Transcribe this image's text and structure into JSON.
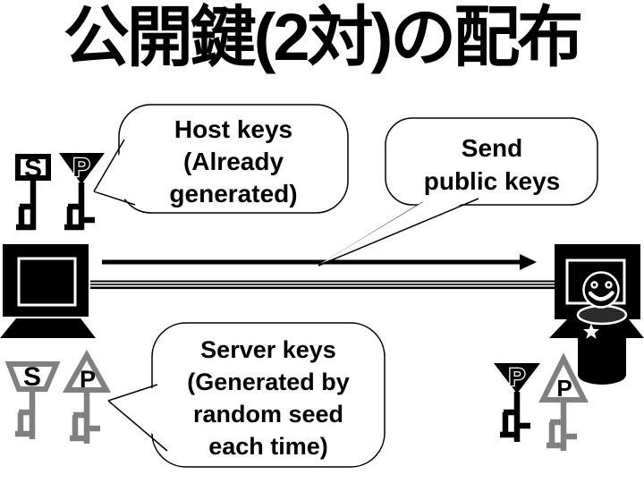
{
  "slide": {
    "title": "公開鍵(2対)の配布"
  },
  "bubbles": {
    "host_keys": {
      "text": "Host keys\n(Already\ngenerated)"
    },
    "send_public_keys": {
      "text": "Send\npublic keys"
    },
    "server_keys": {
      "text": "Server keys\n(Generated by\nrandom seed\neach time)"
    }
  },
  "keys": {
    "host_secret": {
      "label": "S"
    },
    "host_public": {
      "label": "P"
    },
    "server_secret": {
      "label": "S"
    },
    "server_public": {
      "label": "P"
    },
    "received_host_public": {
      "label": "P"
    },
    "received_server_public": {
      "label": "P"
    }
  },
  "colors": {
    "ink": "#000000",
    "host_key_color": "#000000",
    "server_key_color": "#808080",
    "background": "#ffffff"
  }
}
